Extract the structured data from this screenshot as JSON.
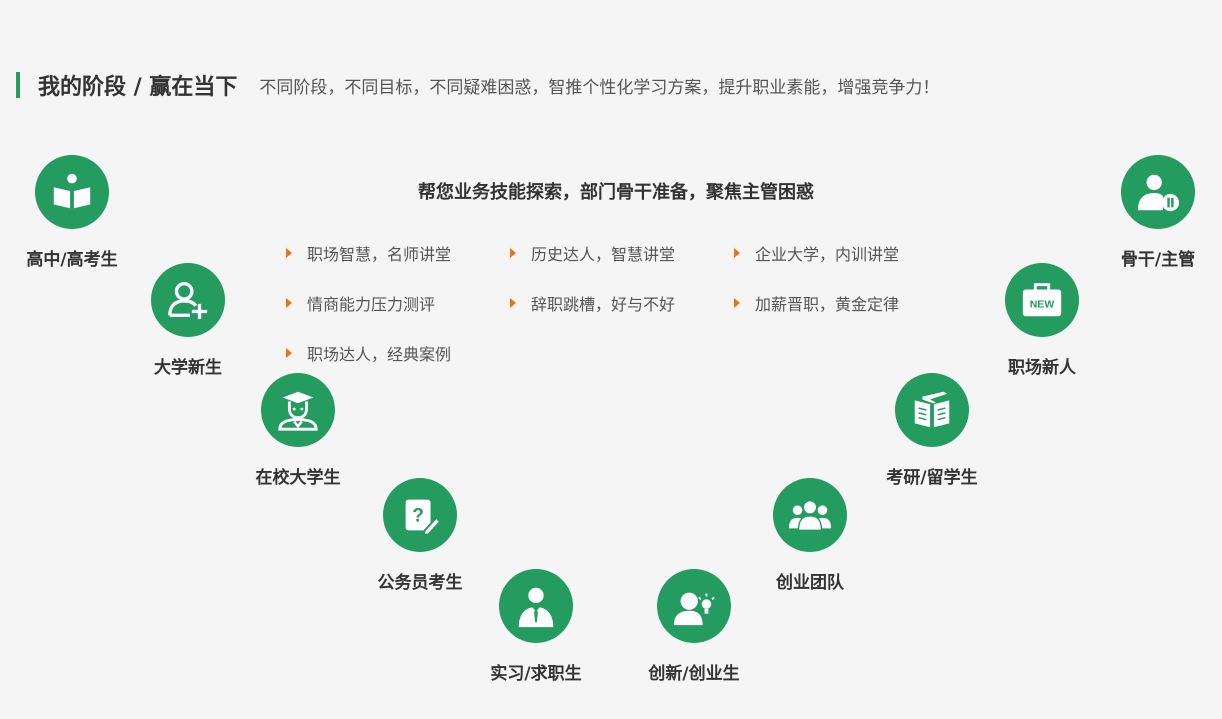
{
  "header": {
    "title": "我的阶段 / 赢在当下",
    "subtitle": "不同阶段，不同目标，不同疑难困惑，智推个性化学习方案，提升职业素能，增强竞争力！"
  },
  "center": {
    "title": "帮您业务技能探索，部门骨干准备，聚焦主管困惑",
    "features": [
      "职场智慧，名师讲堂",
      "历史达人，智慧讲堂",
      "企业大学，内训讲堂",
      "情商能力压力测评",
      "辞职跳槽，好与不好",
      "加薪晋职，黄金定律",
      "职场达人，经典案例"
    ]
  },
  "stages": [
    {
      "label": "高中/高考生",
      "icon": "open-book-icon"
    },
    {
      "label": "大学新生",
      "icon": "user-plus-icon"
    },
    {
      "label": "在校大学生",
      "icon": "graduate-icon"
    },
    {
      "label": "公务员考生",
      "icon": "question-edit-icon"
    },
    {
      "label": "实习/求职生",
      "icon": "businessman-icon"
    },
    {
      "label": "创新/创业生",
      "icon": "idea-user-icon"
    },
    {
      "label": "创业团队",
      "icon": "team-icon"
    },
    {
      "label": "考研/留学生",
      "icon": "book-plane-icon"
    },
    {
      "label": "职场新人",
      "icon": "new-briefcase-icon"
    },
    {
      "label": "骨干/主管",
      "icon": "manager-icon"
    }
  ],
  "icon_labels": {
    "new_badge": "NEW",
    "question_mark": "?"
  },
  "colors": {
    "accent_green": "#249b5f",
    "bar_green": "#22a05c",
    "arrow_orange": "#e8741a"
  }
}
